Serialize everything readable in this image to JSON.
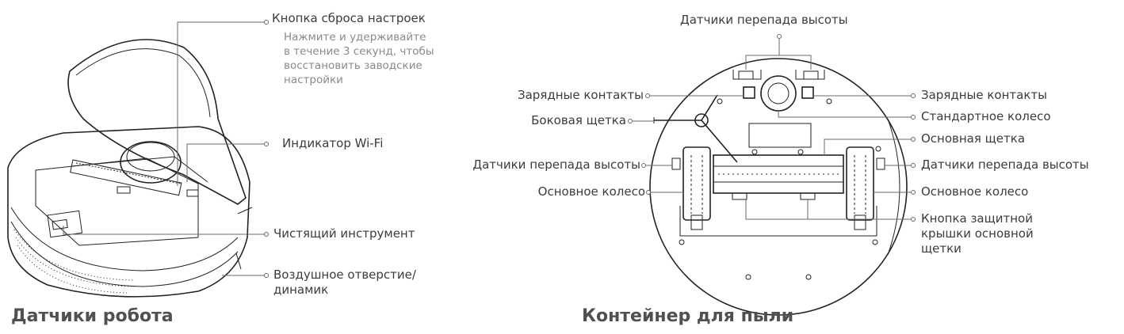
{
  "left_view": {
    "title": "Датчики робота",
    "labels": {
      "reset_button": "Кнопка сброса настроек",
      "reset_note": "Нажмите и удерживайте\nв течение 3 секунд, чтобы\nвосстановить заводские\nнастройки",
      "wifi_indicator": "Индикатор Wi-Fi",
      "cleaning_tool": "Чистящий инструмент",
      "air_vent": "Воздушное отверстие/\nдинамик"
    }
  },
  "right_view": {
    "title": "Контейнер для пыли",
    "labels": {
      "top_cliff_sensors": "Датчики перепада высоты",
      "charging_contacts_left": "Зарядные контакты",
      "side_brush": "Боковая щетка",
      "cliff_sensors_left": "Датчики перепада высоты",
      "main_wheel_left": "Основное колесо",
      "charging_contacts_right": "Зарядные контакты",
      "standard_wheel": "Стандартное колесо",
      "main_brush": "Основная щетка",
      "cliff_sensors_right": "Датчики перепада высоты",
      "main_wheel_right": "Основное колесо",
      "brush_cover_button": "Кнопка защитной\nкрышки основной\nщетки"
    }
  }
}
